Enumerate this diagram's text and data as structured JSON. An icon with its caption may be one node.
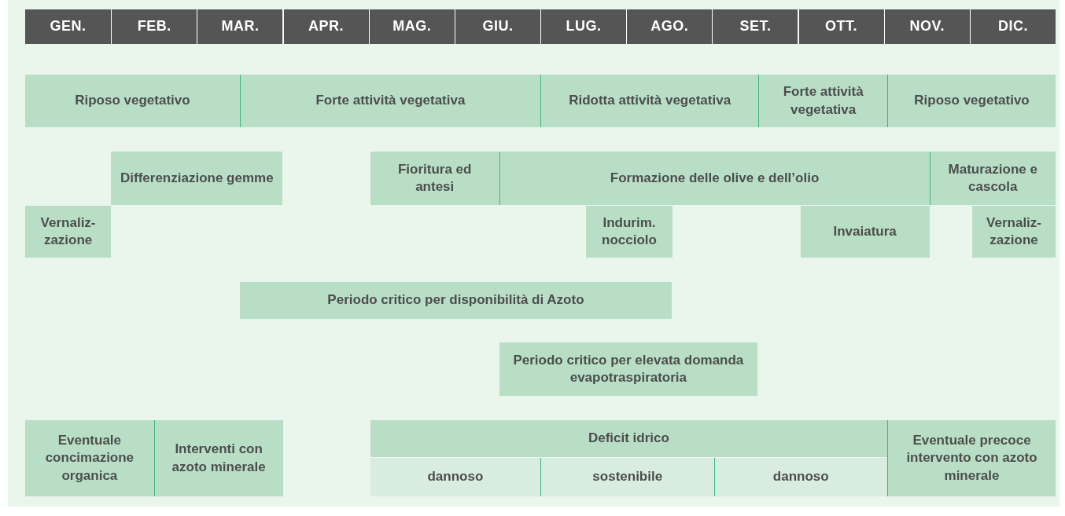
{
  "diagram": {
    "nodes": [
      {
        "text": [
          "GEN."
        ]
      },
      {
        "text": [
          "FEB."
        ]
      },
      {
        "text": [
          "MAR."
        ]
      },
      {
        "text": [
          "APR."
        ]
      },
      {
        "text": [
          "MAG."
        ]
      },
      {
        "text": [
          "GIU."
        ]
      },
      {
        "text": [
          "LUG."
        ]
      },
      {
        "text": [
          "AGO."
        ]
      },
      {
        "text": [
          "SET."
        ]
      },
      {
        "text": [
          "OTT."
        ]
      },
      {
        "text": [
          "NOV."
        ]
      },
      {
        "text": [
          "DIC."
        ]
      },
      {
        "text": [
          "Riposo vegetativo"
        ]
      },
      {
        "text": [
          "Forte attività vegetativa"
        ]
      },
      {
        "text": [
          "Ridotta attività vegetativa"
        ]
      },
      {
        "text": [
          "Forte attività vegetativa"
        ]
      },
      {
        "text": [
          "Riposo vegetativo"
        ]
      },
      {
        "text": [
          "Differenziazione gemme"
        ]
      },
      {
        "text": [
          "Fioritura ed antesi"
        ]
      },
      {
        "text": [
          "Formazione delle olive e dell’olio"
        ]
      },
      {
        "text": [
          "Maturazione e cascola"
        ]
      },
      {
        "text": [
          "Vernaliz- zazione"
        ]
      },
      {
        "text": [
          "Indurim. nocciolo"
        ]
      },
      {
        "text": [
          "Invaiatura"
        ]
      },
      {
        "text": [
          "Vernaliz- zazione"
        ]
      },
      {
        "text": [
          "Periodo critico per disponibilità di Azoto"
        ]
      },
      {
        "text": [
          "Periodo critico per  elevata domanda evapotraspiratoria"
        ]
      },
      {
        "text": [
          "Eventuale concimazione organica"
        ]
      },
      {
        "text": [
          "Interventi con azoto minerale"
        ]
      },
      {
        "text": [
          "Deficit idrico"
        ]
      },
      {
        "text": [
          "dannoso"
        ]
      },
      {
        "text": [
          "sostenibile"
        ]
      },
      {
        "text": [
          "dannoso"
        ]
      },
      {
        "text": [
          "Eventuale precoce intervento con azoto minerale"
        ]
      }
    ]
  }
}
